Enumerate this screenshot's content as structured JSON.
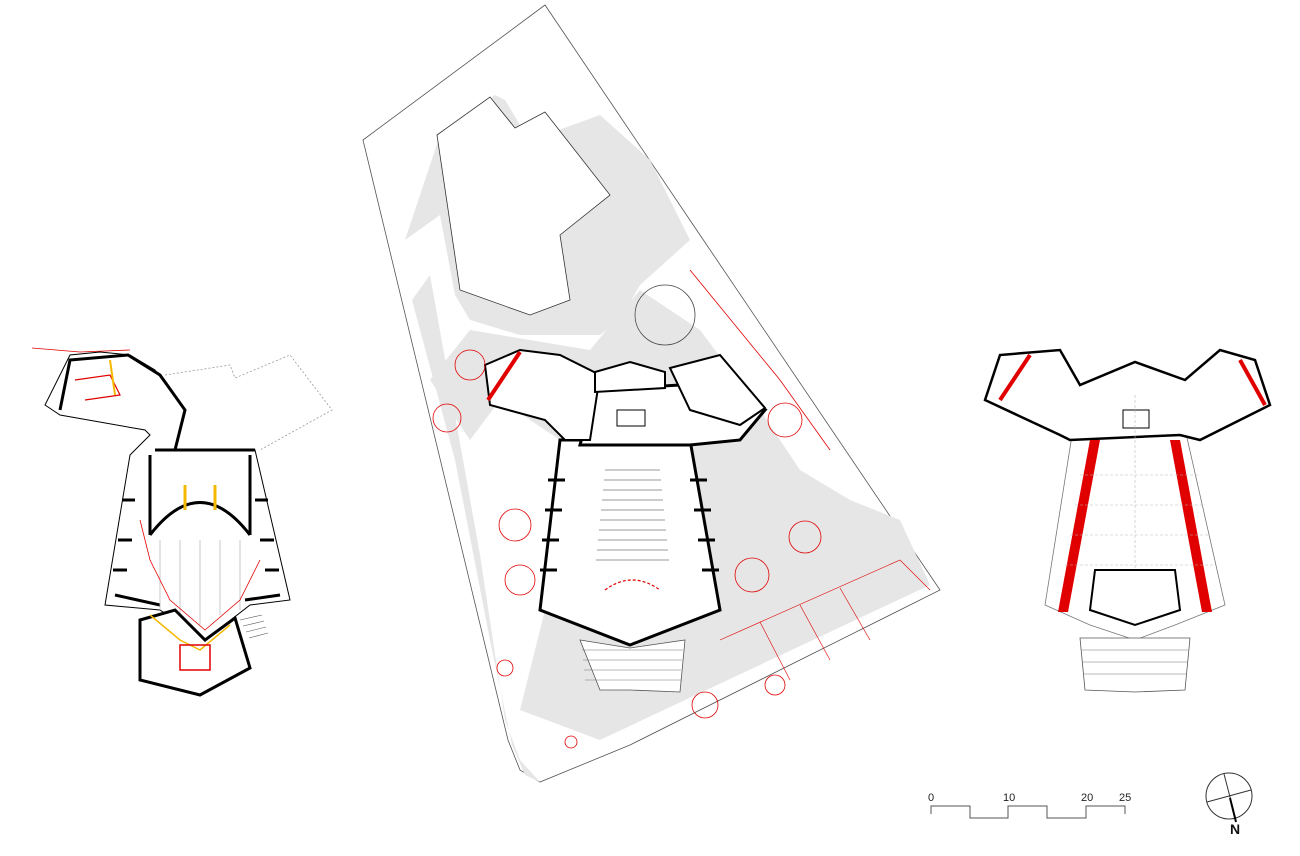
{
  "drawing": {
    "plans": [
      "lower-level-plan",
      "site-plan-ground-floor",
      "upper-level-plan"
    ],
    "scale_bar": {
      "ticks": [
        "0",
        "10",
        "20",
        "25"
      ]
    },
    "north_arrow": {
      "label": "N"
    },
    "colors": {
      "walls": "#000000",
      "site_fill": "#e6e6e6",
      "new_red": "#e00000",
      "demolition_yellow": "#f5b800",
      "trees": "#e05050"
    }
  }
}
